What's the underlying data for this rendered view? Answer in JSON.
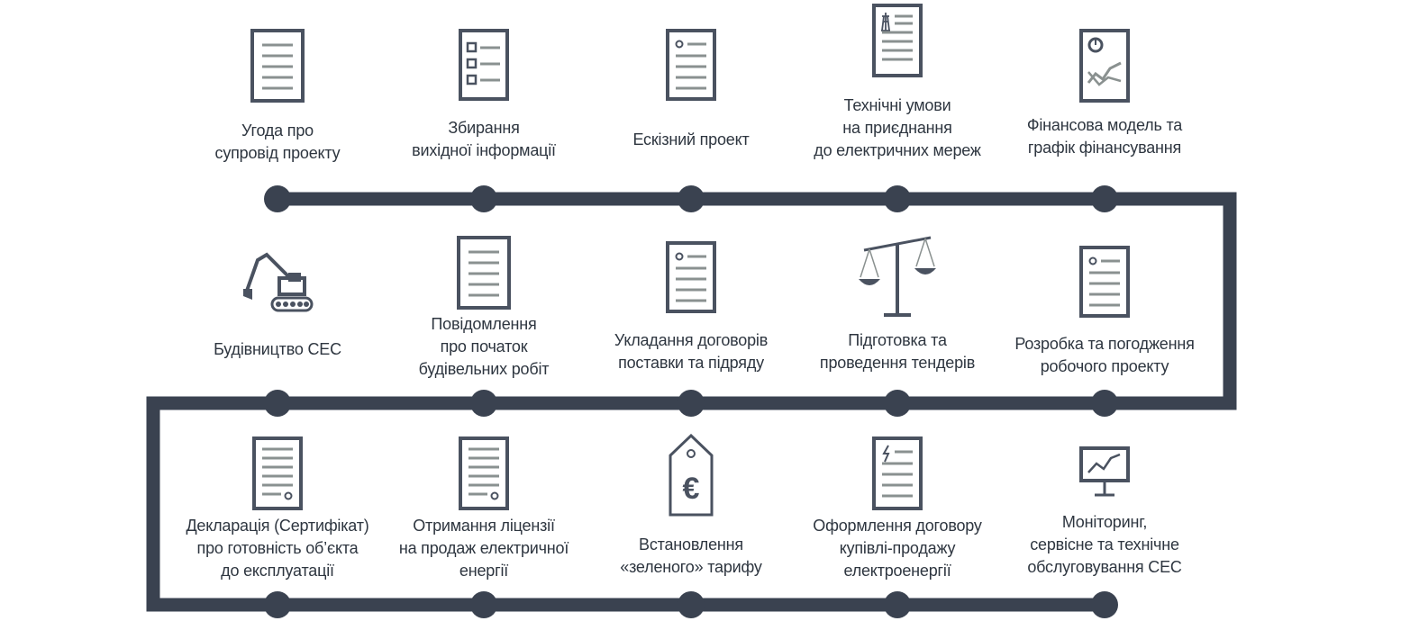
{
  "colors": {
    "line": "#3a4250",
    "icon": "#4a5260",
    "text": "#2e3640",
    "accent": "#8a9190"
  },
  "rows": [
    [
      {
        "icon": "document-lines-icon",
        "label": "Угода про\nсупровід проекту"
      },
      {
        "icon": "checklist-icon",
        "label": "Збирання\nвихідної інформації"
      },
      {
        "icon": "document-bullet-icon",
        "label": "Ескізний проект"
      },
      {
        "icon": "document-pylon-icon",
        "label": "Технічні умови\nна приєднання\nдо електричних мереж"
      },
      {
        "icon": "document-chart-icon",
        "label": "Фінансова модель та\nграфік фінансування"
      }
    ],
    [
      {
        "icon": "excavator-icon",
        "label": "Будівництво СЕС"
      },
      {
        "icon": "document-lines-icon",
        "label": "Повідомлення\nпро початок\nбудівельних робіт"
      },
      {
        "icon": "document-bullet-icon",
        "label": "Укладання договорів\nпоставки та підряду"
      },
      {
        "icon": "scales-icon",
        "label": "Підготовка та\nпроведення тендерів"
      },
      {
        "icon": "document-bullet-icon",
        "label": "Розробка та погодження\nробочого проекту"
      }
    ],
    [
      {
        "icon": "certificate-icon",
        "label": "Декларація (Сертифікат)\nпро готовність об’єкта\nдо експлуатації"
      },
      {
        "icon": "certificate-icon",
        "label": "Отримання ліцензії\nна продаж електричної\nенергії"
      },
      {
        "icon": "euro-tag-icon",
        "label": "Встановлення\n«зеленого» тарифу"
      },
      {
        "icon": "document-lightning-icon",
        "label": "Оформлення договору\nкупівлі-продажу\nелектроенергії"
      },
      {
        "icon": "monitor-chart-icon",
        "label": "Моніторинг,\nсервісне та технічне\nобслуговування СЕС"
      }
    ]
  ]
}
